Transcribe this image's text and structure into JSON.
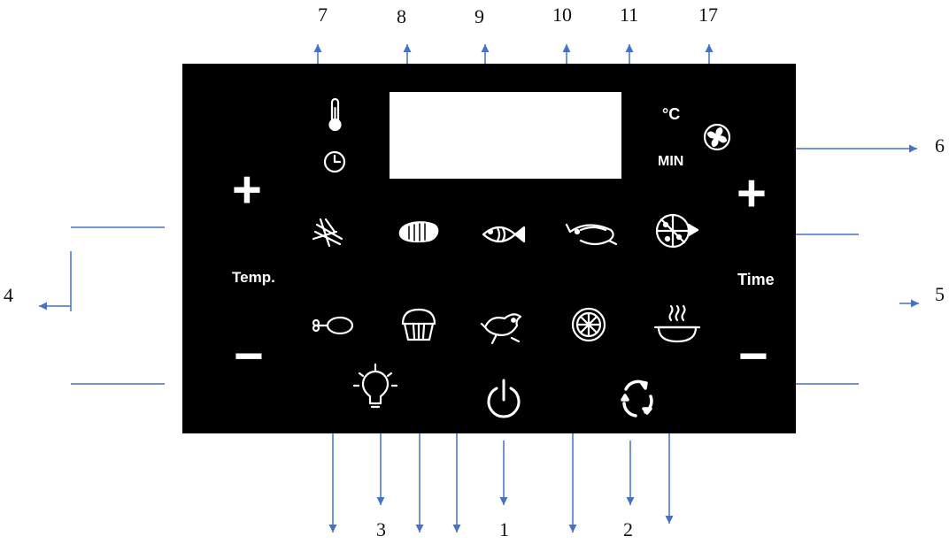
{
  "callouts": {
    "top": [
      "7",
      "8",
      "9",
      "10",
      "11",
      "17"
    ],
    "left": "4",
    "right_upper": "6",
    "right_lower": "5",
    "bottom": [
      "3",
      "1",
      "2"
    ]
  },
  "panel": {
    "temp_label": "Temp.",
    "time_label": "Time",
    "unit_celsius": "°C",
    "unit_minutes": "MIN",
    "plus_symbol": "+",
    "minus_symbol": "−"
  },
  "icons": {
    "indicators": [
      "thermometer-icon",
      "clock-icon",
      "fan-icon"
    ],
    "presets_row1": [
      "fries-icon",
      "steak-icon",
      "fish-icon",
      "shrimp-icon",
      "pizza-icon"
    ],
    "presets_row2": [
      "drumstick-icon",
      "cake-icon",
      "chicken-icon",
      "lemon-icon",
      "soup-icon"
    ],
    "controls": [
      "light-icon",
      "power-icon",
      "cycle-icon"
    ]
  },
  "colors": {
    "panel": "#000000",
    "arrow": "#4472c4",
    "icon": "#ffffff"
  }
}
